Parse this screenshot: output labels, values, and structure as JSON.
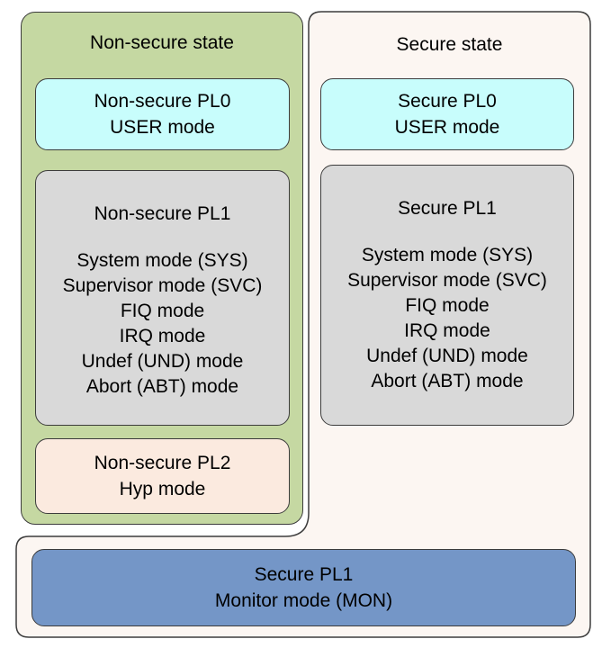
{
  "non_secure": {
    "title": "Non-secure state",
    "pl0": {
      "lines": [
        "Non-secure PL0",
        "USER mode"
      ]
    },
    "pl1": {
      "title": "Non-secure PL1",
      "modes": [
        "System mode (SYS)",
        "Supervisor mode (SVC)",
        "FIQ mode",
        "IRQ mode",
        "Undef (UND) mode",
        "Abort (ABT) mode"
      ]
    },
    "pl2": {
      "lines": [
        "Non-secure PL2",
        "Hyp mode"
      ]
    }
  },
  "secure": {
    "title": "Secure state",
    "pl0": {
      "lines": [
        "Secure PL0",
        "USER mode"
      ]
    },
    "pl1": {
      "title": "Secure PL1",
      "modes": [
        "System mode (SYS)",
        "Supervisor mode (SVC)",
        "FIQ mode",
        "IRQ mode",
        "Undef (UND) mode",
        "Abort (ABT) mode"
      ]
    },
    "monitor": {
      "lines": [
        "Secure PL1",
        "Monitor mode (MON)"
      ]
    }
  },
  "colors": {
    "non_secure_bg": "#C5D8A2",
    "secure_bg": "#FCF6F2",
    "pl0_bg": "#C8FDFC",
    "pl1_bg": "#D9D9D9",
    "pl2_bg": "#FBEADF",
    "monitor_bg": "#7496C7",
    "border": "#3C3C3C"
  }
}
